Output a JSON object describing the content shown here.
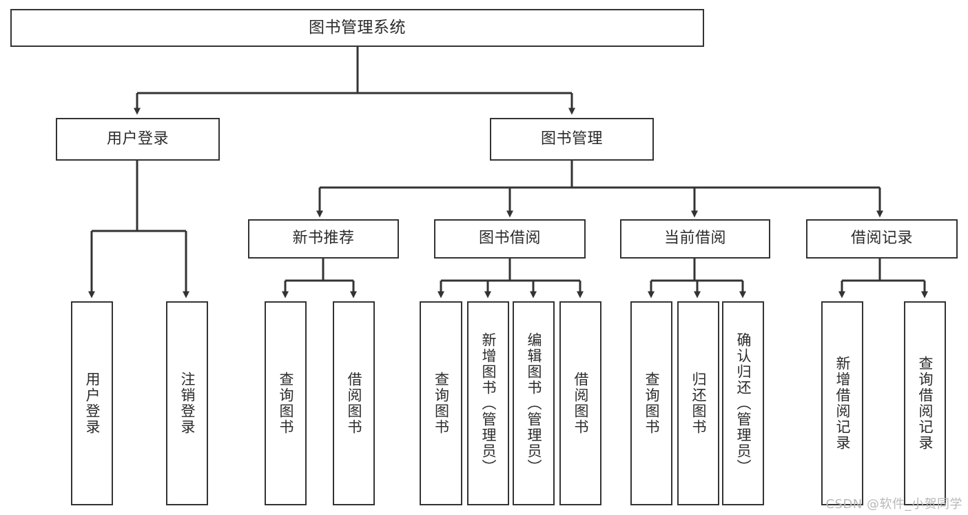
{
  "diagram": {
    "title": "图书管理系统",
    "watermark": "CSDN @软件_小贺同学",
    "line_color": "#333333",
    "box_fill": "#ffffff",
    "text_color": "#2b2b2b",
    "watermark_color": "#b8b8b8"
  },
  "nodes": {
    "root": {
      "label": "图书管理系统",
      "orientation": "horizontal"
    },
    "level2": [
      {
        "id": "user-login",
        "label": "用户登录",
        "orientation": "horizontal"
      },
      {
        "id": "book-manage",
        "label": "图书管理",
        "orientation": "horizontal"
      }
    ],
    "level3": [
      {
        "id": "new-book-recommend",
        "label": "新书推荐",
        "orientation": "horizontal"
      },
      {
        "id": "book-borrow",
        "label": "图书借阅",
        "orientation": "horizontal"
      },
      {
        "id": "current-borrow",
        "label": "当前借阅",
        "orientation": "horizontal"
      },
      {
        "id": "borrow-record",
        "label": "借阅记录",
        "orientation": "horizontal"
      }
    ],
    "leaves": {
      "user-login": [
        {
          "id": "leaf-user-login",
          "label": "用户登录",
          "orientation": "vertical"
        },
        {
          "id": "leaf-logout",
          "label": "注销登录",
          "orientation": "vertical"
        }
      ],
      "new-book-recommend": [
        {
          "id": "leaf-query-book-1",
          "label": "查询图书",
          "orientation": "vertical"
        },
        {
          "id": "leaf-borrow-book-1",
          "label": "借阅图书",
          "orientation": "vertical"
        }
      ],
      "book-borrow": [
        {
          "id": "leaf-query-book-2",
          "label": "查询图书",
          "orientation": "vertical"
        },
        {
          "id": "leaf-add-book",
          "label": "新增图书（管理员）",
          "orientation": "vertical"
        },
        {
          "id": "leaf-edit-book",
          "label": "编辑图书（管理员）",
          "orientation": "vertical"
        },
        {
          "id": "leaf-borrow-book-2",
          "label": "借阅图书",
          "orientation": "vertical"
        }
      ],
      "current-borrow": [
        {
          "id": "leaf-query-book-3",
          "label": "查询图书",
          "orientation": "vertical"
        },
        {
          "id": "leaf-return-book",
          "label": "归还图书",
          "orientation": "vertical"
        },
        {
          "id": "leaf-confirm-return",
          "label": "确认归还（管理员）",
          "orientation": "vertical"
        }
      ],
      "borrow-record": [
        {
          "id": "leaf-add-record",
          "label": "新增借阅记录",
          "orientation": "vertical"
        },
        {
          "id": "leaf-query-record",
          "label": "查询借阅记录",
          "orientation": "vertical"
        }
      ]
    }
  }
}
